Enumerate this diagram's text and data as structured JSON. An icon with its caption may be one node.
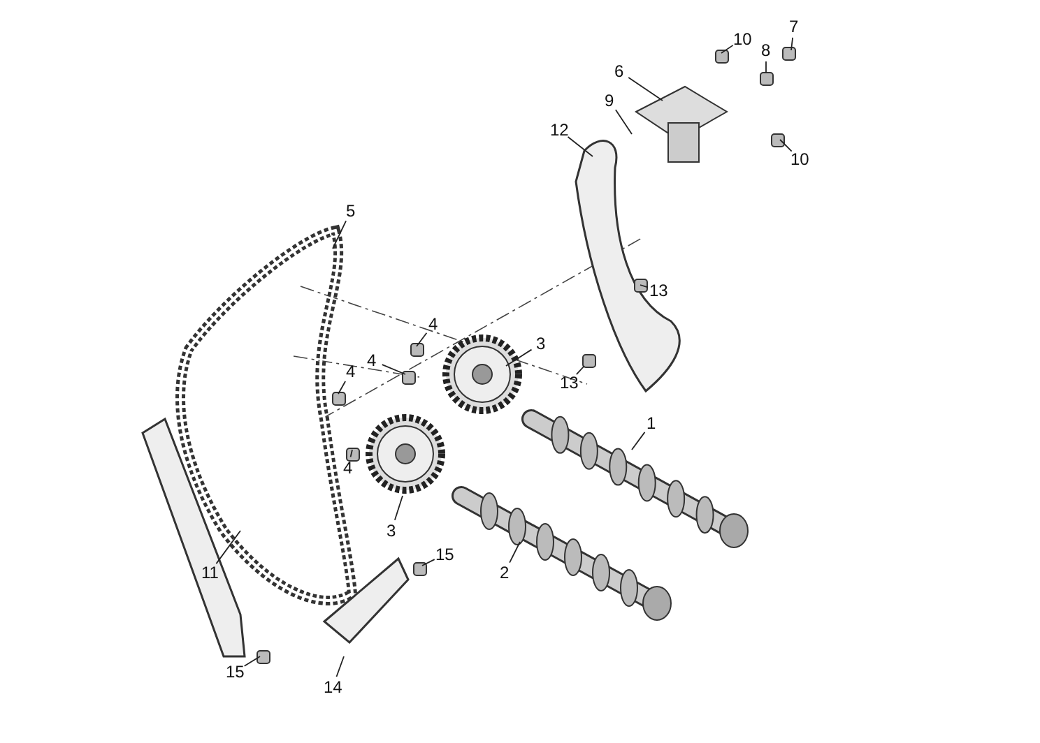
{
  "diagram": {
    "nodes": [
      {
        "text": [
          "1"
        ]
      },
      {
        "text": [
          "2"
        ]
      },
      {
        "text": [
          "3"
        ]
      },
      {
        "text": [
          "3"
        ]
      },
      {
        "text": [
          "4"
        ]
      },
      {
        "text": [
          "4"
        ]
      },
      {
        "text": [
          "4"
        ]
      },
      {
        "text": [
          "4"
        ]
      },
      {
        "text": [
          "5"
        ]
      },
      {
        "text": [
          "6"
        ]
      },
      {
        "text": [
          "7"
        ]
      },
      {
        "text": [
          "8"
        ]
      },
      {
        "text": [
          "9"
        ]
      },
      {
        "text": [
          "10"
        ]
      },
      {
        "text": [
          "10"
        ]
      },
      {
        "text": [
          "11"
        ]
      },
      {
        "text": [
          "12"
        ]
      },
      {
        "text": [
          "13"
        ]
      },
      {
        "text": [
          "13"
        ]
      },
      {
        "text": [
          "14"
        ]
      },
      {
        "text": [
          "15"
        ]
      },
      {
        "text": [
          "15"
        ]
      }
    ],
    "edges": [
      {
        "from": 0,
        "to": null,
        "arrow": "none"
      },
      {
        "from": 1,
        "to": null,
        "arrow": "none"
      },
      {
        "from": 2,
        "to": null,
        "arrow": "none"
      },
      {
        "from": 3,
        "to": null,
        "arrow": "none"
      },
      {
        "from": 4,
        "to": null,
        "arrow": "none"
      },
      {
        "from": 5,
        "to": null,
        "arrow": "none"
      },
      {
        "from": 6,
        "to": null,
        "arrow": "none"
      },
      {
        "from": 7,
        "to": null,
        "arrow": "none"
      },
      {
        "from": 8,
        "to": null,
        "arrow": "none"
      },
      {
        "from": 9,
        "to": null,
        "arrow": "none"
      },
      {
        "from": 10,
        "to": null,
        "arrow": "none"
      },
      {
        "from": 11,
        "to": null,
        "arrow": "none"
      },
      {
        "from": 12,
        "to": null,
        "arrow": "none"
      },
      {
        "from": 13,
        "to": null,
        "arrow": "none"
      },
      {
        "from": 14,
        "to": null,
        "arrow": "none"
      },
      {
        "from": 15,
        "to": null,
        "arrow": "none"
      },
      {
        "from": 16,
        "to": null,
        "arrow": "none"
      },
      {
        "from": 17,
        "to": null,
        "arrow": "none"
      },
      {
        "from": 18,
        "to": null,
        "arrow": "none"
      },
      {
        "from": 19,
        "to": null,
        "arrow": "none"
      },
      {
        "from": 20,
        "to": null,
        "arrow": "none"
      },
      {
        "from": 21,
        "to": null,
        "arrow": "none"
      }
    ]
  }
}
